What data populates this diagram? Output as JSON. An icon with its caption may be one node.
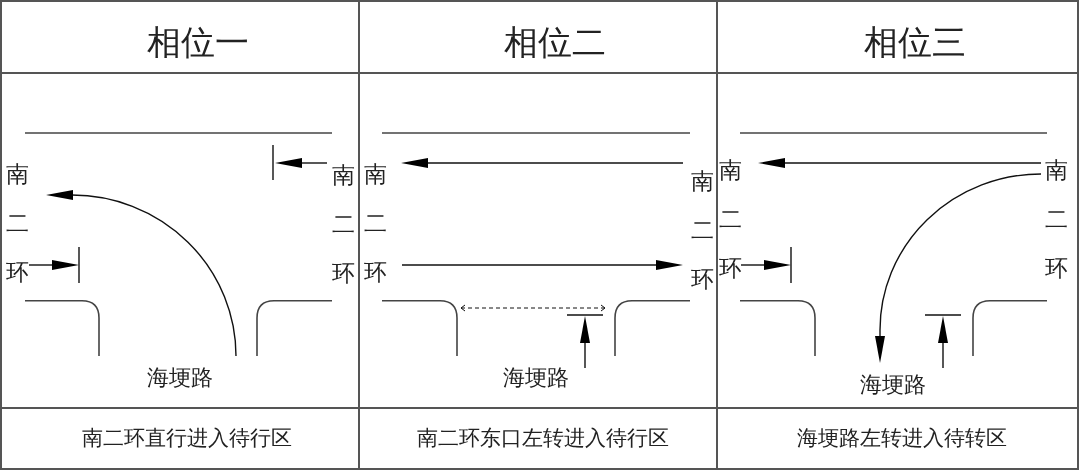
{
  "diagram": {
    "labels": [
      "相位一",
      "相位二",
      "相位三",
      "南二环",
      "南二环",
      "海埂路",
      "南二环",
      "南二环",
      "海埂路",
      "南二环",
      "南二环",
      "海埂路",
      "南二环直行进入待行区",
      "南二环东口左转进入待行区",
      "海埂路左转进入待转区"
    ]
  }
}
